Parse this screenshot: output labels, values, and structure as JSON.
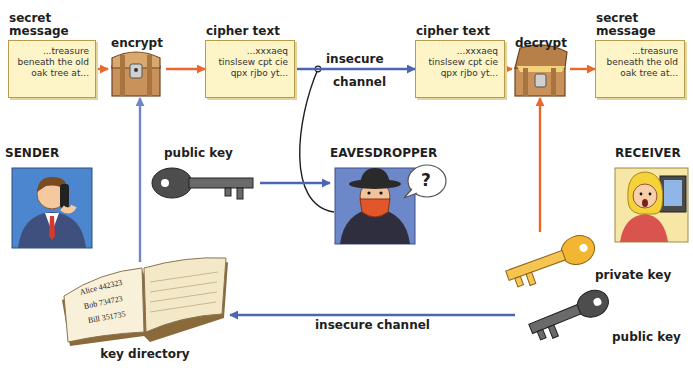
{
  "diagram": {
    "nodes": [
      {
        "text": [
          "secret message",
          "...treasure beneath the old oak tree at..."
        ]
      },
      {
        "text": [
          "encrypt"
        ]
      },
      {
        "text": [
          "cipher text",
          "...xxxaeq tinslsew cpt cie qpx rjbo yt..."
        ]
      },
      {
        "text": [
          "cipher text",
          "...xxxaeq tinslsew cpt cie qpx rjbo yt..."
        ]
      },
      {
        "text": [
          "decrypt"
        ]
      },
      {
        "text": [
          "secret message",
          "...treasure beneath the old oak tree at..."
        ]
      },
      {
        "text": [
          "SENDER"
        ]
      },
      {
        "text": [
          "public key"
        ]
      },
      {
        "text": [
          "EAVESDROPPER"
        ]
      },
      {
        "text": [
          "RECEIVER"
        ]
      },
      {
        "text": [
          "private key"
        ]
      },
      {
        "text": [
          "public key"
        ]
      },
      {
        "text": [
          "key directory"
        ]
      }
    ],
    "edges": [
      {
        "from": 0,
        "to": 1,
        "arrow": "to"
      },
      {
        "from": 1,
        "to": 2,
        "arrow": "to"
      },
      {
        "from": 2,
        "to": 3,
        "label": "insecure",
        "arrow": "to"
      },
      {
        "from": 3,
        "to": 4,
        "arrow": "to"
      },
      {
        "from": 4,
        "to": 5,
        "arrow": "to"
      },
      {
        "from": 12,
        "to": 1,
        "arrow": "to"
      },
      {
        "from": 7,
        "to": 8,
        "arrow": "to"
      },
      {
        "from": 10,
        "to": 4,
        "arrow": "to"
      },
      {
        "from": 11,
        "to": 12,
        "label": "insecure channel",
        "arrow": "to"
      }
    ],
    "labels": [
      "channel",
      "?",
      "Alice 442323",
      "Bob 734723",
      "Bill 351735"
    ]
  }
}
